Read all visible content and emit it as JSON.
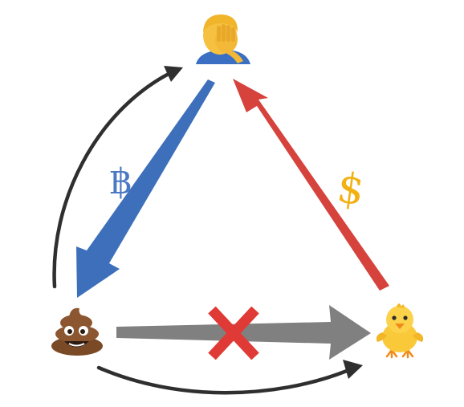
{
  "symbols": {
    "bitcoin": "฿",
    "dollar": "$"
  },
  "nodes": {
    "top": {
      "icon": "facepalm-person-emoji"
    },
    "bottom_left": {
      "icon": "poop-emoji"
    },
    "bottom_right": {
      "icon": "baby-chick-emoji"
    }
  },
  "colors": {
    "blue_arrow": "#3d6fbb",
    "red_arrow": "#d6423c",
    "gray_arrow": "#808080",
    "cross": "#e03a36",
    "bitcoin_symbol": "#4a78c2",
    "dollar_symbol": "#f2b012",
    "curved_arrows": "#2f2f2f"
  }
}
